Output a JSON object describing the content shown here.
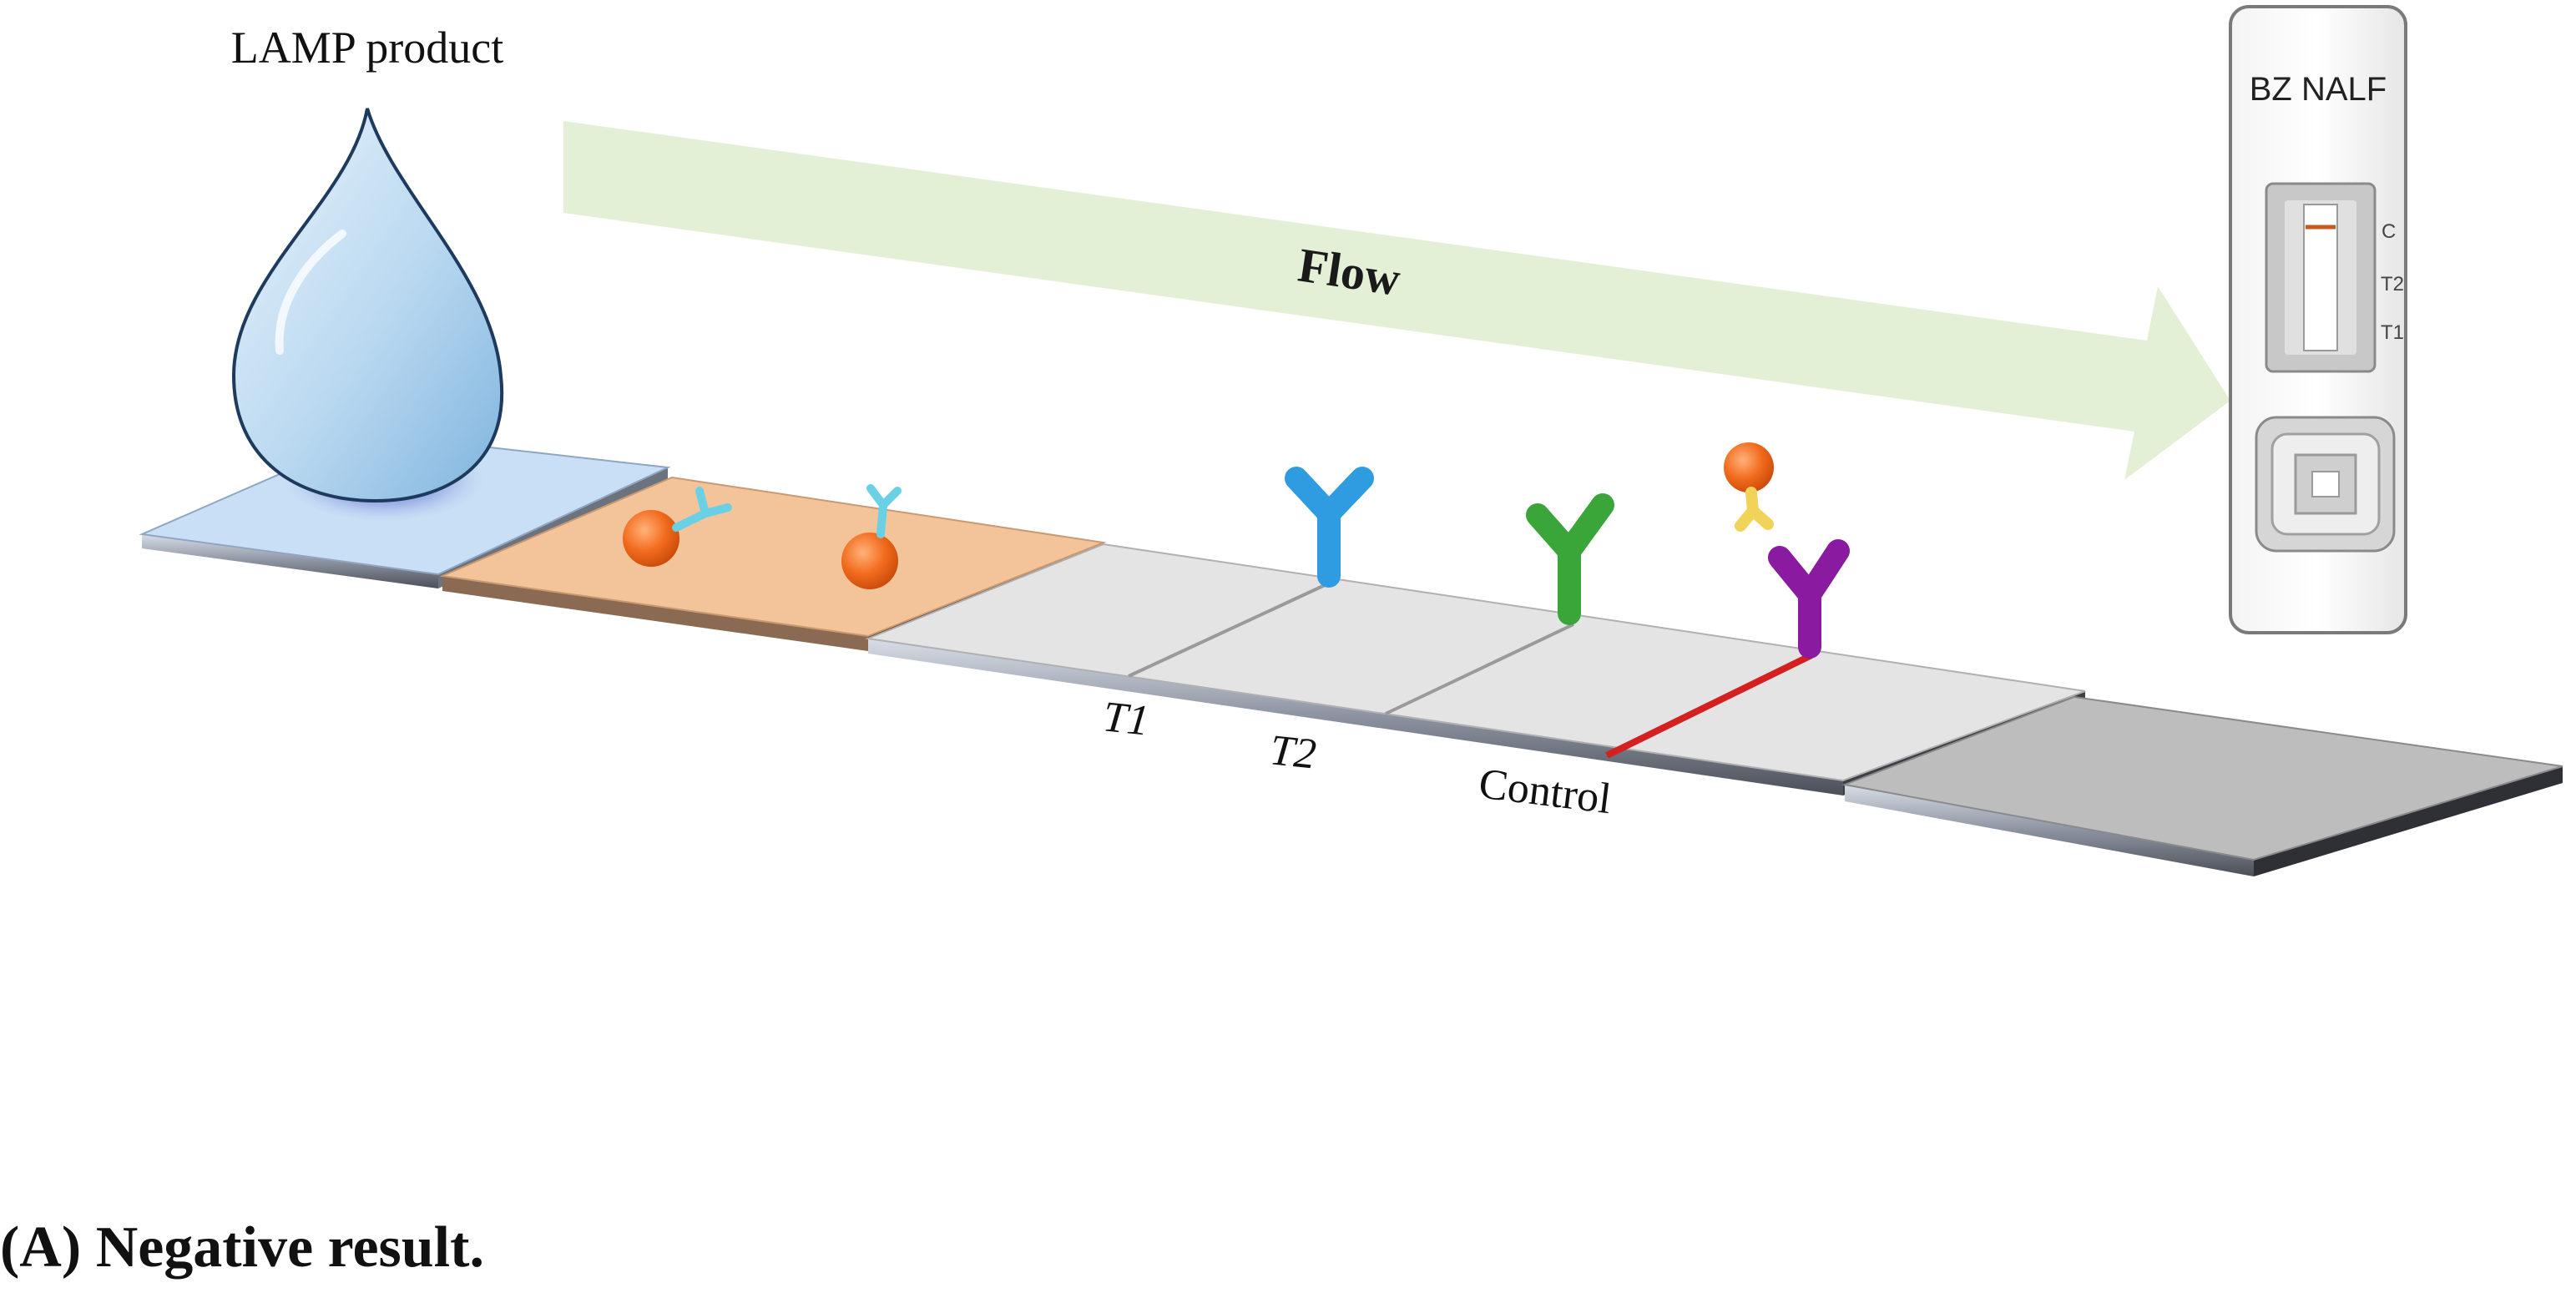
{
  "labels": {
    "sample": "LAMP product",
    "flow": "Flow",
    "t1": "T1",
    "t2": "T2",
    "control": "Control"
  },
  "cassette": {
    "title": "BZ NALF",
    "mark_c": "C",
    "mark_t2": "T2",
    "mark_t1": "T1"
  },
  "caption": {
    "letter": "(A)",
    "text": " Negative result."
  },
  "colors": {
    "sample_pad": "#c9dff5",
    "conjugate_pad": "#f3c39a",
    "membrane": "#e4e4e4",
    "absorbent_pad": "#bdbdbd",
    "flow_arrow": "#e3f0d6",
    "t1_antibody": "#2f9be0",
    "t2_antibody": "#3aa63a",
    "control_antibody": "#8a1aa0",
    "control_line": "#d42020",
    "gold_particle": "#f26b1d",
    "conjugate_antibody": "#6ad0e6"
  },
  "result": "negative"
}
